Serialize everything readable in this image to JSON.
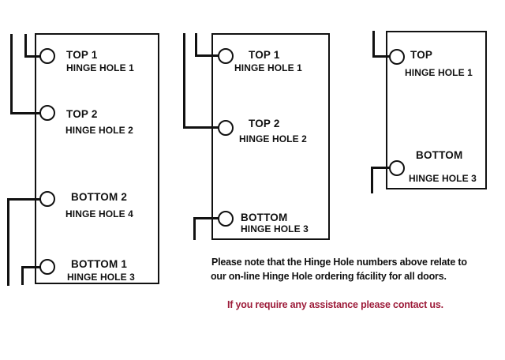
{
  "colors": {
    "background": "#ffffff",
    "line": "#111111",
    "text": "#111111",
    "alert": "#9d1c3a"
  },
  "doors": [
    {
      "name": "four-hinge-door",
      "hinges": [
        {
          "label": "TOP 1",
          "sublabel": "HINGE HOLE 1"
        },
        {
          "label": "TOP 2",
          "sublabel": "HINGE HOLE 2"
        },
        {
          "label": "BOTTOM 2",
          "sublabel": "HINGE HOLE 4"
        },
        {
          "label": "BOTTOM 1",
          "sublabel": "HINGE HOLE 3"
        }
      ]
    },
    {
      "name": "three-hinge-door",
      "hinges": [
        {
          "label": "TOP 1",
          "sublabel": "HINGE HOLE 1"
        },
        {
          "label": "TOP 2",
          "sublabel": "HINGE HOLE 2"
        },
        {
          "label": "BOTTOM",
          "sublabel": "HINGE HOLE 3"
        }
      ]
    },
    {
      "name": "two-hinge-door",
      "hinges": [
        {
          "label": "TOP",
          "sublabel": "HINGE HOLE 1"
        },
        {
          "label": "BOTTOM",
          "sublabel": "HINGE HOLE 3"
        }
      ]
    }
  ],
  "note": {
    "line1": "Please note that the Hinge Hole numbers above relate to",
    "line2": "our on-line Hinge Hole ordering fácility for all doors.",
    "assistance": "If you require any assistance please contact us."
  }
}
